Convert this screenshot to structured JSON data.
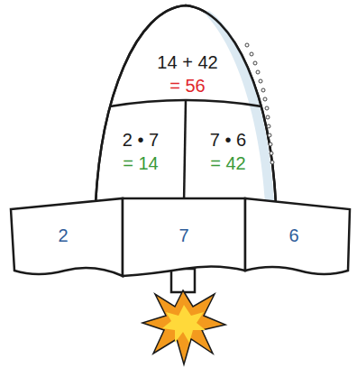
{
  "diagram": {
    "nodes": [
      {
        "text": [
          "14 + 42",
          "= 56"
        ]
      },
      {
        "text": [
          "2 • 7",
          "= 14"
        ]
      },
      {
        "text": [
          "7 • 6",
          "= 42"
        ]
      },
      {
        "text": [
          "2"
        ]
      },
      {
        "text": [
          "7"
        ]
      },
      {
        "text": [
          "6"
        ]
      }
    ]
  }
}
